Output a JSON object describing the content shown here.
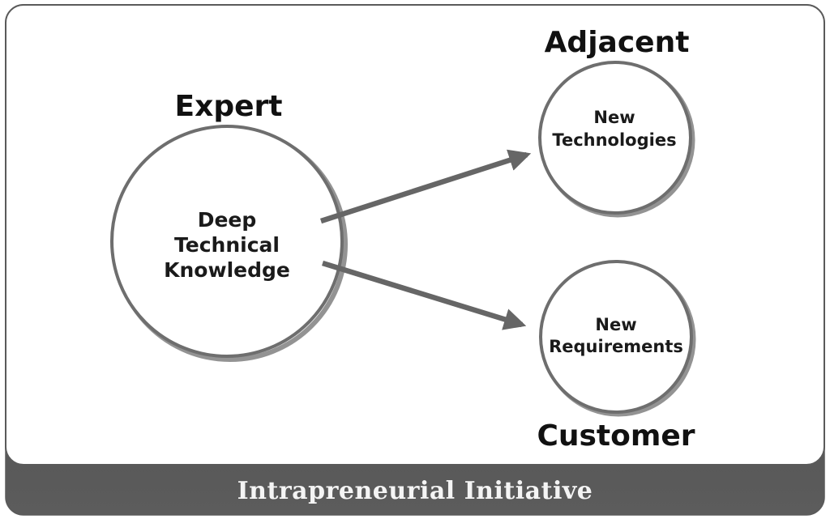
{
  "diagram": {
    "expert": {
      "heading": "Expert",
      "lines": [
        "Deep",
        "Technical",
        "Knowledge"
      ]
    },
    "adjacent": {
      "heading": "Adjacent",
      "lines": [
        "New",
        "Technologies"
      ]
    },
    "customer": {
      "heading": "Customer",
      "lines": [
        "New",
        "Requirements"
      ]
    }
  },
  "footer": {
    "title": "Intrapreneurial Initiative"
  },
  "colors": {
    "outline": "#5a5a5a",
    "circle_stroke": "#6e6e6e",
    "arrow": "#666666",
    "footer_bar": "#4b4b4b"
  }
}
